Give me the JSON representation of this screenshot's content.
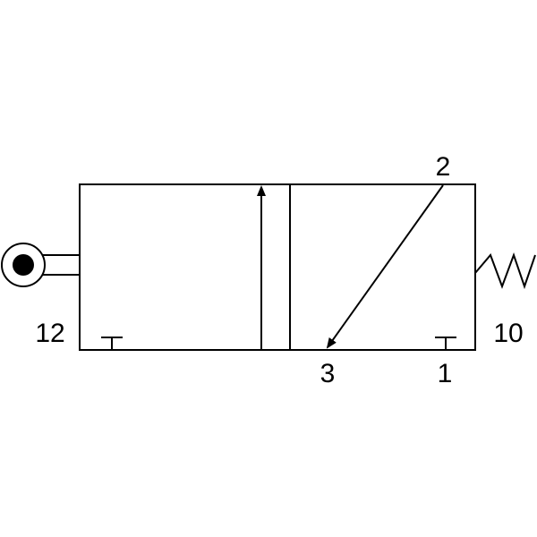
{
  "diagram": {
    "ports": {
      "port_2": "2",
      "port_3": "3",
      "port_1": "1",
      "pilot_12": "12",
      "return_10": "10"
    }
  },
  "colors": {
    "stroke": "#000000",
    "background": "#ffffff"
  },
  "icons": {
    "actuator": "roller-actuator-icon",
    "spring": "return-spring-icon"
  }
}
